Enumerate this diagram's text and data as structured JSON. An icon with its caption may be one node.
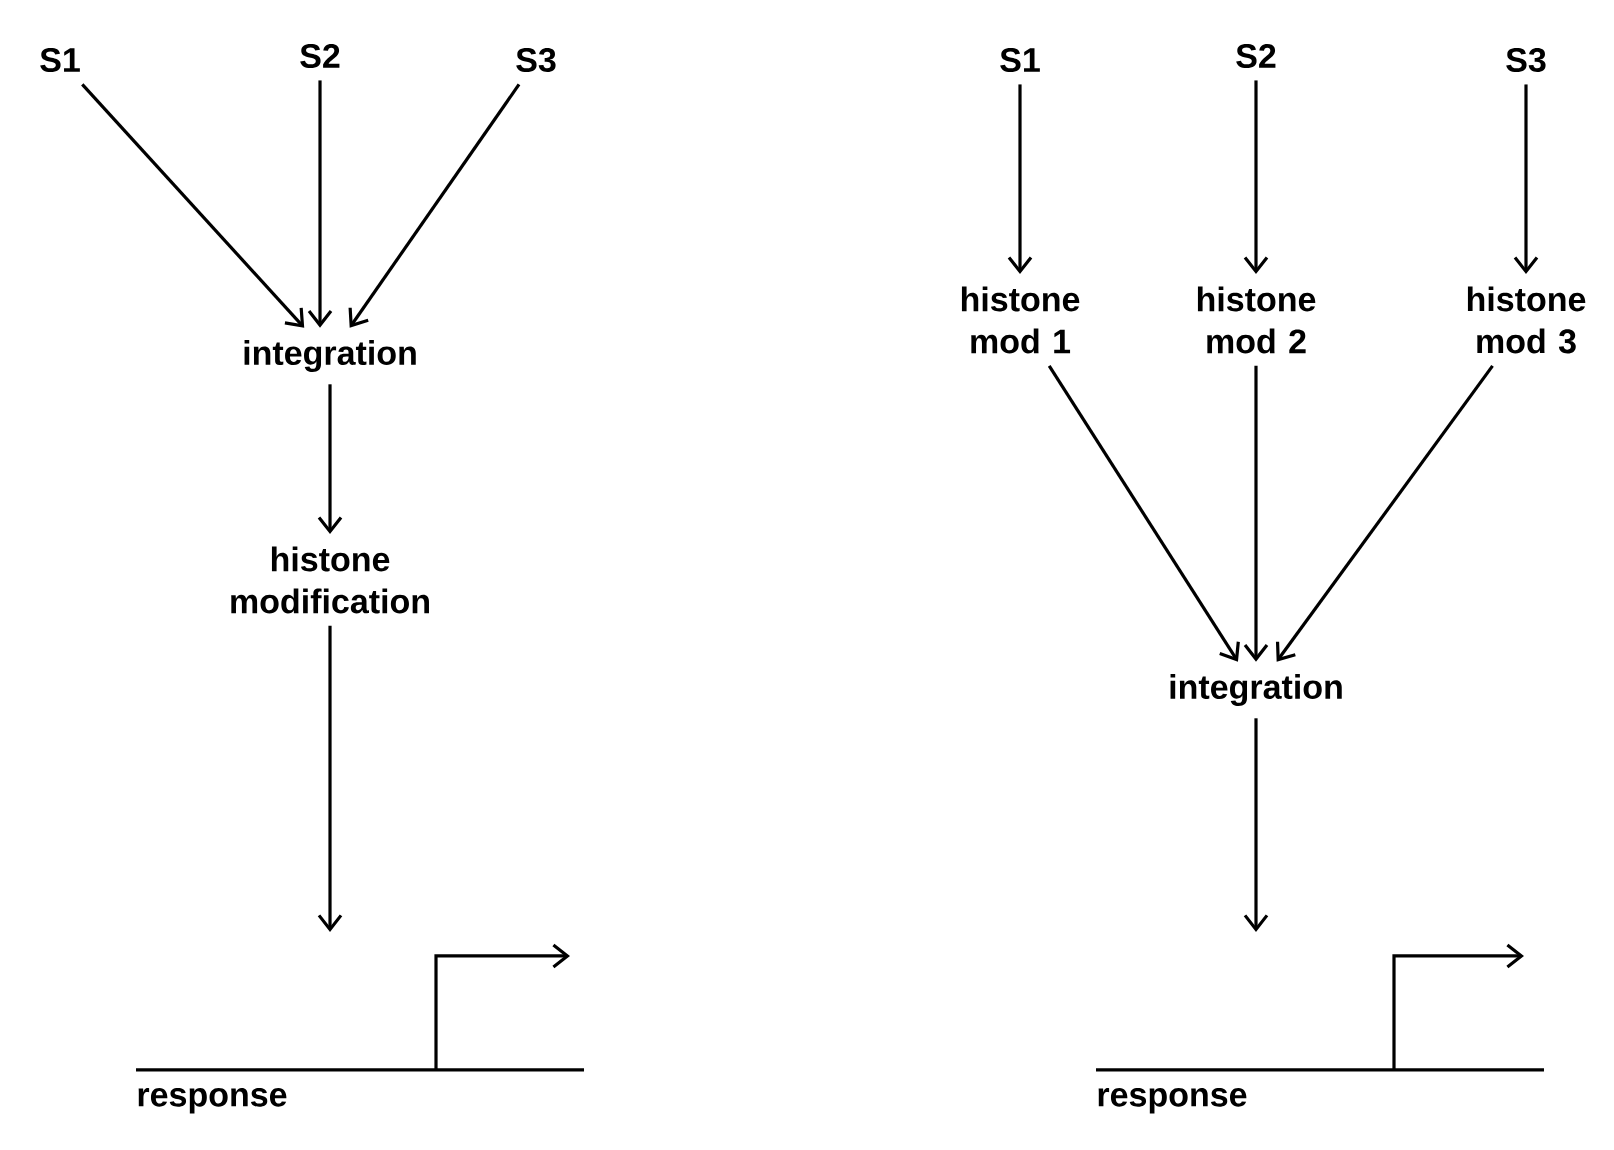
{
  "diagram": {
    "nodes": [
      {
        "text": [
          "S1"
        ]
      },
      {
        "text": [
          "S2"
        ]
      },
      {
        "text": [
          "S3"
        ]
      },
      {
        "text": [
          "integration"
        ]
      },
      {
        "text": [
          "histone modification"
        ]
      },
      {
        "text": [
          "response"
        ]
      },
      {
        "text": [
          "S1"
        ]
      },
      {
        "text": [
          "S2"
        ]
      },
      {
        "text": [
          "S3"
        ]
      },
      {
        "text": [
          "histone mod 1"
        ]
      },
      {
        "text": [
          "histone mod 2"
        ]
      },
      {
        "text": [
          "histone mod 3"
        ]
      },
      {
        "text": [
          "integration"
        ]
      },
      {
        "text": [
          "response"
        ]
      }
    ],
    "edges": [
      {
        "from": 0,
        "to": 3,
        "arrow": "to"
      },
      {
        "from": 1,
        "to": 3,
        "arrow": "to"
      },
      {
        "from": 2,
        "to": 3,
        "arrow": "to"
      },
      {
        "from": 3,
        "to": 4,
        "arrow": "to"
      },
      {
        "from": 4,
        "to": 5,
        "arrow": "to"
      },
      {
        "from": 6,
        "to": 9,
        "arrow": "to"
      },
      {
        "from": 7,
        "to": 10,
        "arrow": "to"
      },
      {
        "from": 8,
        "to": 11,
        "arrow": "to"
      },
      {
        "from": 9,
        "to": 12,
        "arrow": "to"
      },
      {
        "from": 10,
        "to": 12,
        "arrow": "to"
      },
      {
        "from": 11,
        "to": 12,
        "arrow": "to"
      },
      {
        "from": 12,
        "to": 13,
        "arrow": "to"
      }
    ]
  }
}
